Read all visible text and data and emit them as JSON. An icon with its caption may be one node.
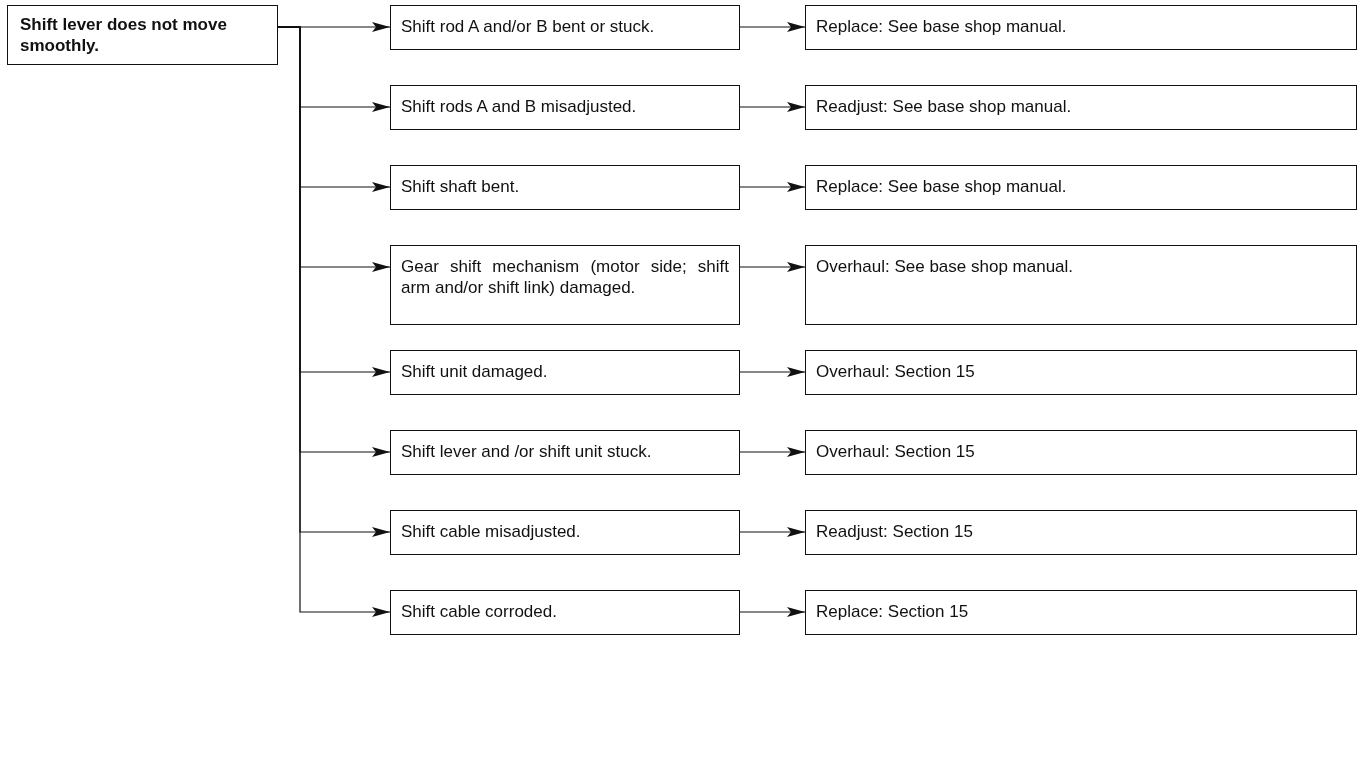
{
  "diagram": {
    "nodes": [
      {
        "text": [
          "Shift lever does not move smoothly."
        ]
      },
      {
        "text": [
          "Shift rod A and/or B bent or stuck."
        ]
      },
      {
        "text": [
          "Replace: See base shop manual."
        ]
      },
      {
        "text": [
          "Shift rods A and B misadjusted."
        ]
      },
      {
        "text": [
          "Readjust: See base shop manual."
        ]
      },
      {
        "text": [
          "Shift shaft bent."
        ]
      },
      {
        "text": [
          "Replace: See base shop manual."
        ]
      },
      {
        "text": [
          "Gear shift mechanism (motor side; shift arm and/or shift link) damaged."
        ]
      },
      {
        "text": [
          "Overhaul: See base shop manual."
        ]
      },
      {
        "text": [
          "Shift unit damaged."
        ]
      },
      {
        "text": [
          "Overhaul: Section 15"
        ]
      },
      {
        "text": [
          "Shift lever and /or shift unit stuck."
        ]
      },
      {
        "text": [
          "Overhaul: Section 15"
        ]
      },
      {
        "text": [
          "Shift cable misadjusted."
        ]
      },
      {
        "text": [
          "Readjust: Section 15"
        ]
      },
      {
        "text": [
          "Shift cable corroded."
        ]
      },
      {
        "text": [
          "Replace: Section 15"
        ]
      }
    ],
    "edges": [
      {
        "from": 0,
        "to": 1,
        "arrow": "to"
      },
      {
        "from": 1,
        "to": 2,
        "arrow": "to"
      },
      {
        "from": 0,
        "to": 3,
        "arrow": "to"
      },
      {
        "from": 3,
        "to": 4,
        "arrow": "to"
      },
      {
        "from": 0,
        "to": 5,
        "arrow": "to"
      },
      {
        "from": 5,
        "to": 6,
        "arrow": "to"
      },
      {
        "from": 0,
        "to": 7,
        "arrow": "to"
      },
      {
        "from": 7,
        "to": 8,
        "arrow": "to"
      },
      {
        "from": 0,
        "to": 9,
        "arrow": "to"
      },
      {
        "from": 9,
        "to": 10,
        "arrow": "to"
      },
      {
        "from": 0,
        "to": 11,
        "arrow": "to"
      },
      {
        "from": 11,
        "to": 12,
        "arrow": "to"
      },
      {
        "from": 0,
        "to": 13,
        "arrow": "to"
      },
      {
        "from": 13,
        "to": 14,
        "arrow": "to"
      },
      {
        "from": 0,
        "to": 15,
        "arrow": "to"
      },
      {
        "from": 15,
        "to": 16,
        "arrow": "to"
      }
    ]
  }
}
